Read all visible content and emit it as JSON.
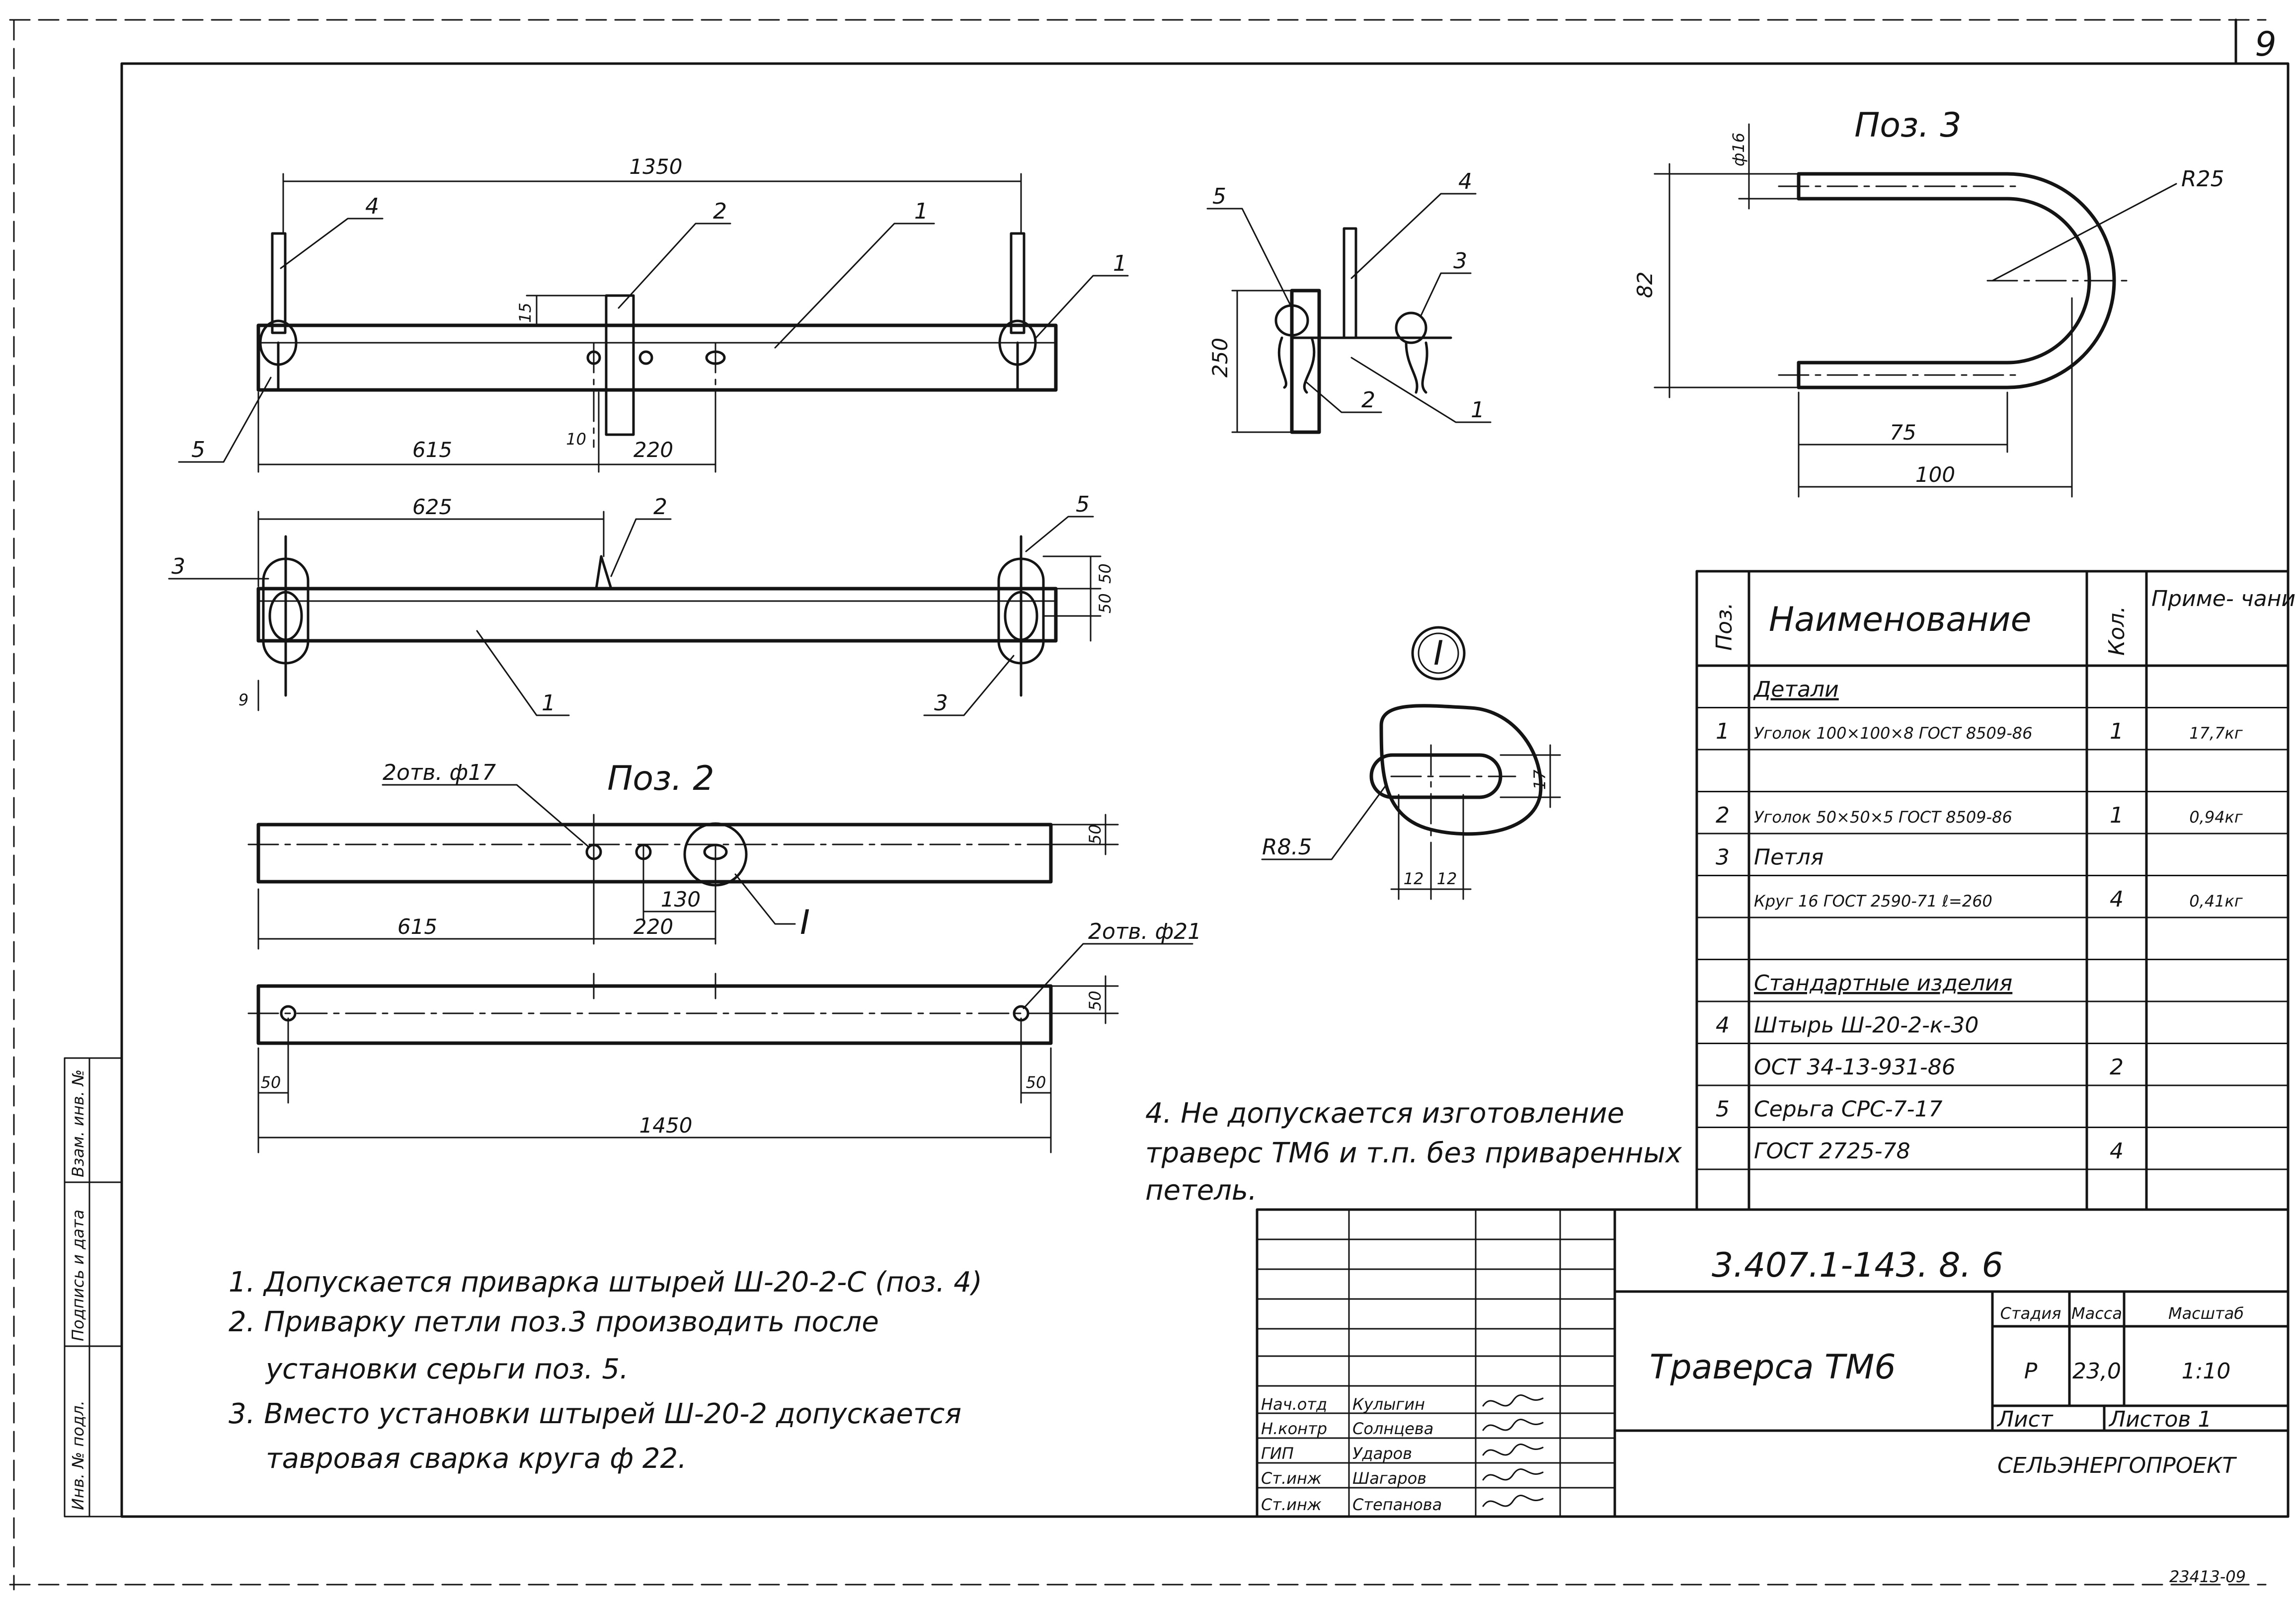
{
  "sheet_number": "9",
  "archive_number": "23413-09",
  "document_code": "3.407.1-143. 8. 6",
  "title": "Траверса ТМ6",
  "stage_header": "Стадия",
  "mass_header": "Масса",
  "scale_header": "Масштаб",
  "stage_value": "Р",
  "mass_value": "23,0",
  "scale_value": "1:10",
  "sheet_label": "Лист",
  "sheets_label": "Листов 1",
  "organization": "СЕЛЬЭНЕРГОПРОЕКТ",
  "side_stamp": [
    "Инв. № подл.",
    "Подпись и дата",
    "Взам. инв. №"
  ],
  "signatures": [
    {
      "role": "Нач.отд",
      "name": "Кулыгин"
    },
    {
      "role": "Н.контр",
      "name": "Солнцева"
    },
    {
      "role": "ГИП",
      "name": "Ударов"
    },
    {
      "role": "Ст.инж",
      "name": "Шагаров"
    },
    {
      "role": "Ст.инж",
      "name": "Степанова"
    }
  ],
  "spec": {
    "headers": {
      "pos": "Поз.",
      "name": "Наименование",
      "qty": "Кол.",
      "note": "Приме- чание"
    },
    "rows": [
      {
        "pos": "",
        "name": "Детали",
        "qty": "",
        "note": "",
        "underline": true
      },
      {
        "pos": "1",
        "name": "Уголок 100×100×8 ГОСТ 8509-86",
        "qty": "1",
        "note": "17,7кг"
      },
      {
        "pos": "",
        "name": "",
        "qty": "",
        "note": ""
      },
      {
        "pos": "2",
        "name": "Уголок 50×50×5 ГОСТ 8509-86",
        "qty": "1",
        "note": "0,94кг"
      },
      {
        "pos": "3",
        "name": "Петля",
        "qty": "",
        "note": ""
      },
      {
        "pos": "",
        "name": "Круг 16 ГОСТ 2590-71 ℓ=260",
        "qty": "4",
        "note": "0,41кг"
      },
      {
        "pos": "",
        "name": "",
        "qty": "",
        "note": ""
      },
      {
        "pos": "",
        "name": "Стандартные изделия",
        "qty": "",
        "note": "",
        "underline": true
      },
      {
        "pos": "4",
        "name": "Штырь Ш-20-2-к-30",
        "qty": "",
        "note": ""
      },
      {
        "pos": "",
        "name": "ОСТ 34-13-931-86",
        "qty": "2",
        "note": ""
      },
      {
        "pos": "5",
        "name": "Серьга СРС-7-17",
        "qty": "",
        "note": ""
      },
      {
        "pos": "",
        "name": "ГОСТ 2725-78",
        "qty": "4",
        "note": ""
      }
    ]
  },
  "notes": [
    "1. Допускается приварка штырей Ш-20-2-С (поз. 4)",
    "2. Приварку петли поз.3 производить после",
    "установки серьги поз. 5.",
    "3. Вместо установки штырей Ш-20-2 допускается",
    "тавровая сварка круга ф 22."
  ],
  "note4": [
    "4. Не допускается изготовление",
    "траверс ТМ6 и т.п. без приваренных",
    "петель."
  ],
  "views": {
    "front": {
      "d_1350": "1350",
      "d_615": "615",
      "d_220": "220",
      "d_15": "15",
      "d_10": "10",
      "c1": "1",
      "c2": "2",
      "c4": "4",
      "c1b": "1",
      "c5": "5"
    },
    "plan": {
      "d_625": "625",
      "d_50a": "50",
      "d_50b": "50",
      "d_9": "9",
      "c2": "2",
      "c3": "3",
      "c5": "5",
      "c1": "1",
      "c3b": "3"
    },
    "side": {
      "d_250": "250",
      "c5": "5",
      "c4": "4",
      "c3": "3",
      "c2": "2",
      "c1": "1"
    },
    "pos3": {
      "title": "Поз. 3",
      "d_16": "ф16",
      "d_82": "82",
      "d_R25": "R25",
      "d_75": "75",
      "d_100": "100"
    },
    "pos2": {
      "title": "Поз. 2",
      "holes17": "2отв. ф17",
      "holes21": "2отв. ф21",
      "d_50a": "50",
      "d_130": "130",
      "d_615": "615",
      "d_220": "220",
      "detail": "I",
      "d_50b": "50",
      "d_50c": "50",
      "d_50d": "50",
      "d_1450": "1450"
    },
    "detailI": {
      "mark": "I",
      "d_R85": "R8.5",
      "d_17": "17",
      "d_12a": "12",
      "d_12b": "12"
    }
  }
}
